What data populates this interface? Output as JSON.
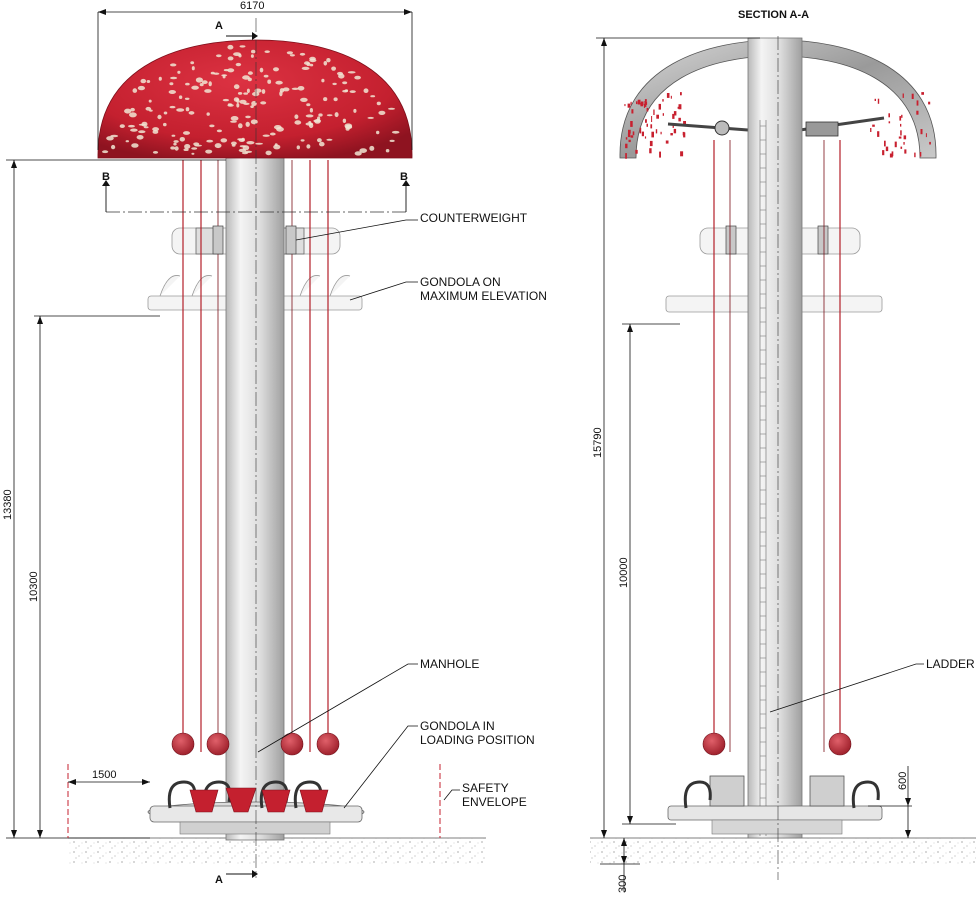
{
  "left_view": {
    "width_dim": "6170",
    "height_total": "13380",
    "height_gondola_max": "10300",
    "safety_offset": "1500",
    "section_a_marker": "A",
    "section_b_marker": "B"
  },
  "callouts": {
    "counterweight": "COUNTERWEIGHT",
    "gondola_max_line1": "GONDOLA ON",
    "gondola_max_line2": "MAXIMUM ELEVATION",
    "manhole": "MANHOLE",
    "gondola_load_line1": "GONDOLA IN",
    "gondola_load_line2": "LOADING POSITION",
    "safety_line1": "SAFETY",
    "safety_line2": "ENVELOPE",
    "ladder": "LADDER"
  },
  "right_view": {
    "title": "SECTION A-A",
    "height_total": "15790",
    "height_travel": "10000",
    "seat_height": "600",
    "foundation_depth": "300"
  },
  "colors": {
    "cap_red": "#c8202f",
    "cap_dark": "#9c1522",
    "spot": "#f1e6d3",
    "column": "#e2e2e2",
    "cable": "#b3202a"
  }
}
